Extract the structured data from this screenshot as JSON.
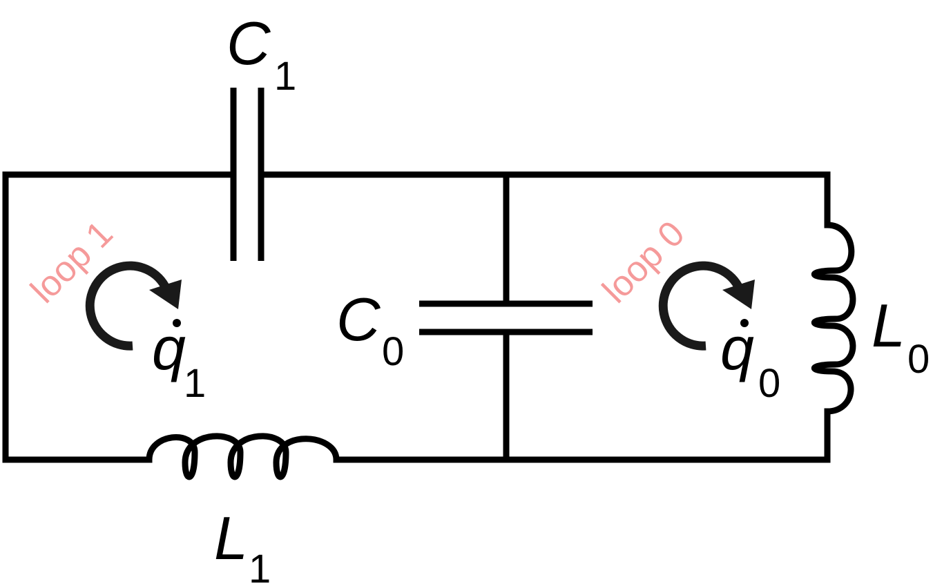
{
  "components": {
    "c1": {
      "symbol": "C",
      "subscript": "1"
    },
    "c0": {
      "symbol": "C",
      "subscript": "0"
    },
    "l1": {
      "symbol": "L",
      "subscript": "1"
    },
    "l0": {
      "symbol": "L",
      "subscript": "0"
    }
  },
  "currents": {
    "q1": {
      "symbol": "q",
      "subscript": "1"
    },
    "q0": {
      "symbol": "q",
      "subscript": "0"
    }
  },
  "loops": {
    "loop1": "loop 1",
    "loop0": "loop 0"
  },
  "colors": {
    "wire": "#000000",
    "loop_label": "#f59a9a",
    "arrow": "#1a1a1a"
  }
}
